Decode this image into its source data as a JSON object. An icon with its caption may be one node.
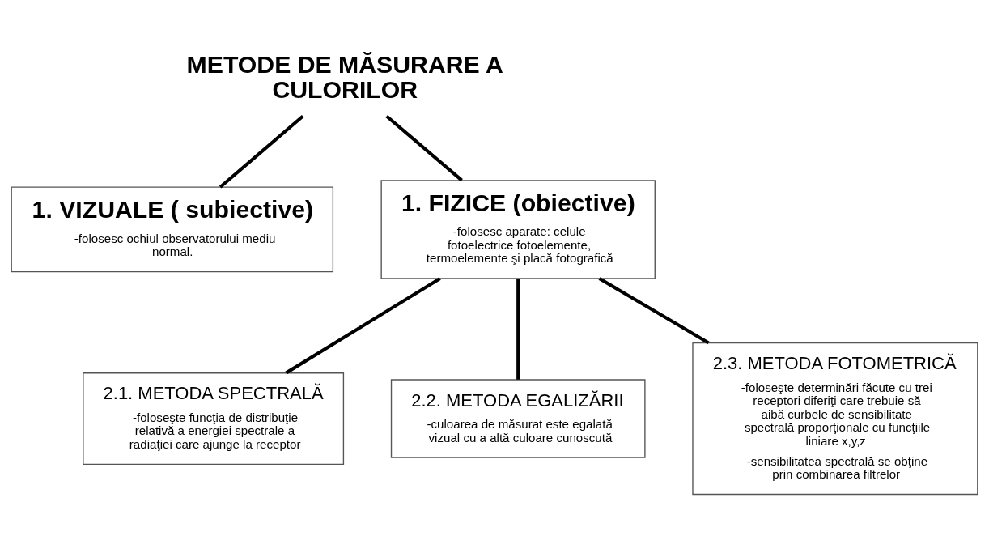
{
  "diagram": {
    "nodes": [
      {
        "text": [
          "METODE DE MĂSURARE A CULORILOR"
        ]
      },
      {
        "text": [
          "1. VIZUALE ( subiective)",
          "-folosesc ochiul observatorului mediu normal."
        ]
      },
      {
        "text": [
          "1. FIZICE (obiective)",
          "-folosesc aparate: celule fotoelectrice fotoelemente, termoelemente şi placă fotografică"
        ]
      },
      {
        "text": [
          "2.1. METODA SPECTRALĂ",
          "-foloseşte funcţia de distribuţie relativă a energiei spectrale a radiaţiei care ajunge la receptor"
        ]
      },
      {
        "text": [
          "2.2. METODA EGALIZĂRII",
          "-culoarea de măsurat este egalată vizual cu a altă culoare cunoscută"
        ]
      },
      {
        "text": [
          "2.3. METODA FOTOMETRICĂ",
          "-foloseşte determinări făcute cu trei receptori diferiţi care trebuie să aibă curbele de sensibilitate spectrală proporţionale cu funcţiile liniare x,y,z",
          "-sensibilitatea spectrală se obţine prin combinarea filtrelor"
        ]
      }
    ],
    "edges": [
      {
        "from": 0,
        "to": 1,
        "arrow": "none"
      },
      {
        "from": 0,
        "to": 2,
        "arrow": "none"
      },
      {
        "from": 2,
        "to": 3,
        "arrow": "none"
      },
      {
        "from": 2,
        "to": 4,
        "arrow": "none"
      },
      {
        "from": 2,
        "to": 5,
        "arrow": "none"
      }
    ]
  }
}
